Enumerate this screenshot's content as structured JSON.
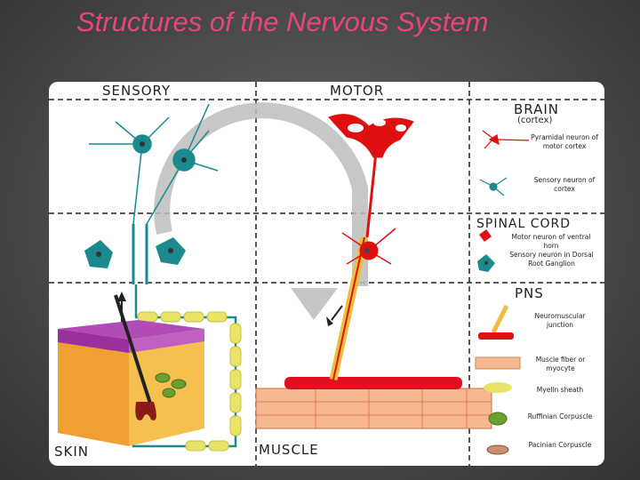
{
  "slide": {
    "title": "Structures of the Nervous System"
  },
  "diagram": {
    "sections": {
      "sensory": "SENSORY",
      "motor": "MOTOR",
      "skin": "SKIN",
      "muscle": "MUSCLE"
    },
    "legend": {
      "brain_heading": "BRAIN",
      "brain_sub": "(cortex)",
      "pyramidal": "Pyramidal neuron of motor cortex",
      "sensory_cortex": "Sensory neuron of cortex",
      "spinal_heading": "SPINAL CORD",
      "motor_ventral": "Motor neuron of ventral horn",
      "sensory_dorsal": "Sensory neuron in Dorsal Root Ganglion",
      "pns_heading": "PNS",
      "nmj": "Neuromuscular junction",
      "muscle_fiber": "Muscle fiber or myocyte",
      "myelin": "Myelin sheath",
      "ruffinian": "Ruffinian Corpuscle",
      "pacinian": "Pacinian Corpuscle"
    },
    "colors": {
      "title": "#e8467a",
      "sensory_neuron": "#1a8a8e",
      "motor_neuron": "#e01010",
      "myelin": "#e8e46a",
      "muscle": "#f2a070"
    }
  }
}
